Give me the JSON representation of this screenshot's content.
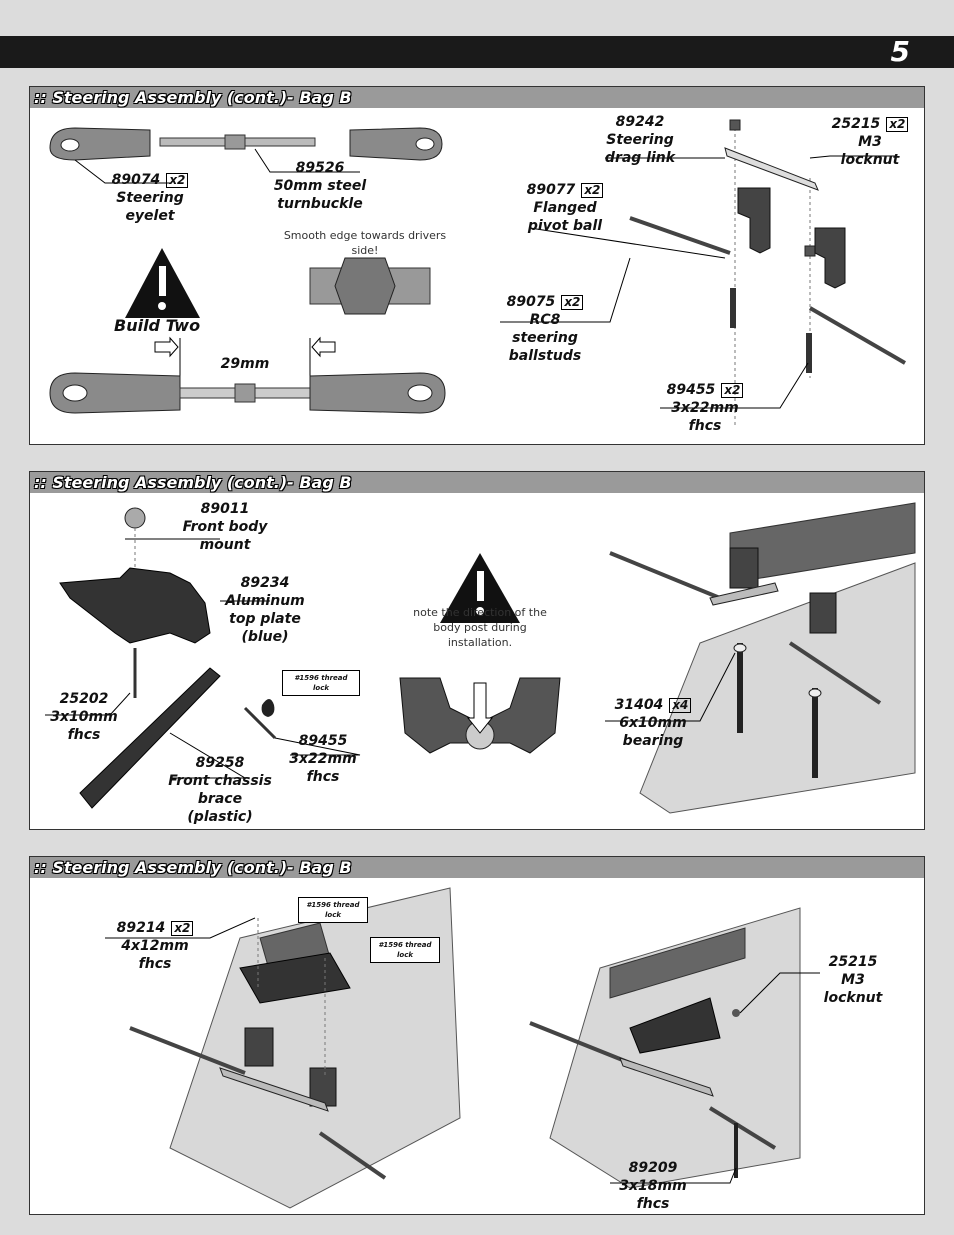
{
  "page": {
    "number": "5"
  },
  "panels": [
    {
      "title": ":: Steering Assembly (cont.)- Bag B",
      "build_two": "Build Two",
      "smooth_edge": "Smooth edge towards drivers side!",
      "dimension": "29mm",
      "parts": [
        {
          "num": "89074",
          "qty": "x2",
          "lines": [
            "Steering",
            "eyelet"
          ]
        },
        {
          "num": "89526",
          "qty": "",
          "lines": [
            "50mm steel",
            "turnbuckle"
          ]
        },
        {
          "num": "89242",
          "qty": "",
          "lines": [
            "Steering",
            "drag link"
          ]
        },
        {
          "num": "25215",
          "qty": "x2",
          "lines": [
            "M3",
            "locknut"
          ]
        },
        {
          "num": "89077",
          "qty": "x2",
          "lines": [
            "Flanged",
            "pivot ball"
          ]
        },
        {
          "num": "89075",
          "qty": "x2",
          "lines": [
            "RC8",
            "steering",
            "ballstuds"
          ]
        },
        {
          "num": "89455",
          "qty": "x2",
          "lines": [
            "3x22mm",
            "fhcs"
          ]
        }
      ]
    },
    {
      "title": ":: Steering Assembly (cont.)- Bag B",
      "note": "note the direction of the body post during installation.",
      "thread_lock": "#1596 thread lock",
      "parts": [
        {
          "num": "89011",
          "qty": "",
          "lines": [
            "Front body",
            "mount"
          ]
        },
        {
          "num": "89234",
          "qty": "",
          "lines": [
            "Aluminum",
            "top plate",
            "(blue)"
          ]
        },
        {
          "num": "25202",
          "qty": "",
          "lines": [
            "3x10mm",
            "fhcs"
          ]
        },
        {
          "num": "89455",
          "qty": "",
          "lines": [
            "3x22mm",
            "fhcs"
          ]
        },
        {
          "num": "89258",
          "qty": "",
          "lines": [
            "Front chassis",
            "brace",
            "(plastic)"
          ]
        },
        {
          "num": "31404",
          "qty": "x4",
          "lines": [
            "6x10mm",
            "bearing"
          ]
        }
      ]
    },
    {
      "title": ":: Steering Assembly (cont.)- Bag B",
      "thread_lock": "#1596 thread lock",
      "parts": [
        {
          "num": "89214",
          "qty": "x2",
          "lines": [
            "4x12mm",
            "fhcs"
          ]
        },
        {
          "num": "25215",
          "qty": "",
          "lines": [
            "M3",
            "locknut"
          ]
        },
        {
          "num": "89209",
          "qty": "",
          "lines": [
            "3x18mm",
            "fhcs"
          ]
        }
      ]
    }
  ]
}
